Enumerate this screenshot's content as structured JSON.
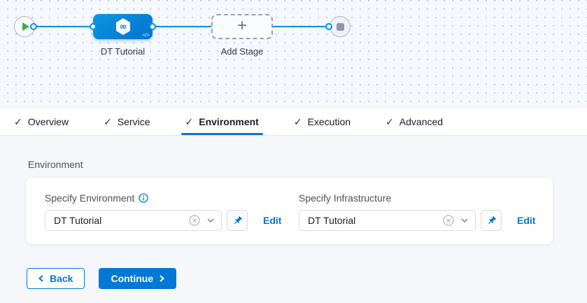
{
  "canvas": {
    "stage_label": "DT Tutorial",
    "add_stage_label": "Add Stage",
    "start_icon": "play-icon",
    "end_icon": "stop-icon",
    "stage_icon": "hexagon-infinity-icon",
    "infinity_glyph": "∞",
    "code_glyph": "</>",
    "plus_glyph": "+"
  },
  "tabs": [
    {
      "label": "Overview",
      "checked": true,
      "active": false
    },
    {
      "label": "Service",
      "checked": true,
      "active": false
    },
    {
      "label": "Environment",
      "checked": true,
      "active": true
    },
    {
      "label": "Execution",
      "checked": true,
      "active": false
    },
    {
      "label": "Advanced",
      "checked": true,
      "active": false
    }
  ],
  "tab_check_glyph": "✓",
  "section": {
    "title": "Environment"
  },
  "form": {
    "fields": [
      {
        "label": "Specify Environment",
        "value": "DT Tutorial",
        "edit_label": "Edit",
        "has_info_icon": true
      },
      {
        "label": "Specify Infrastructure",
        "value": "DT Tutorial",
        "edit_label": "Edit",
        "has_info_icon": false
      }
    ]
  },
  "footer": {
    "back_label": "Back",
    "continue_label": "Continue"
  },
  "colors": {
    "primary_blue": "#0278d5",
    "connector_blue": "#0092e4",
    "node_blue_gradient_start": "#0d95e2",
    "node_blue_gradient_end": "#0273cf",
    "play_green": "#42ab45",
    "canvas_bg": "#f5f9fd",
    "content_bg": "#f5f7fa"
  }
}
